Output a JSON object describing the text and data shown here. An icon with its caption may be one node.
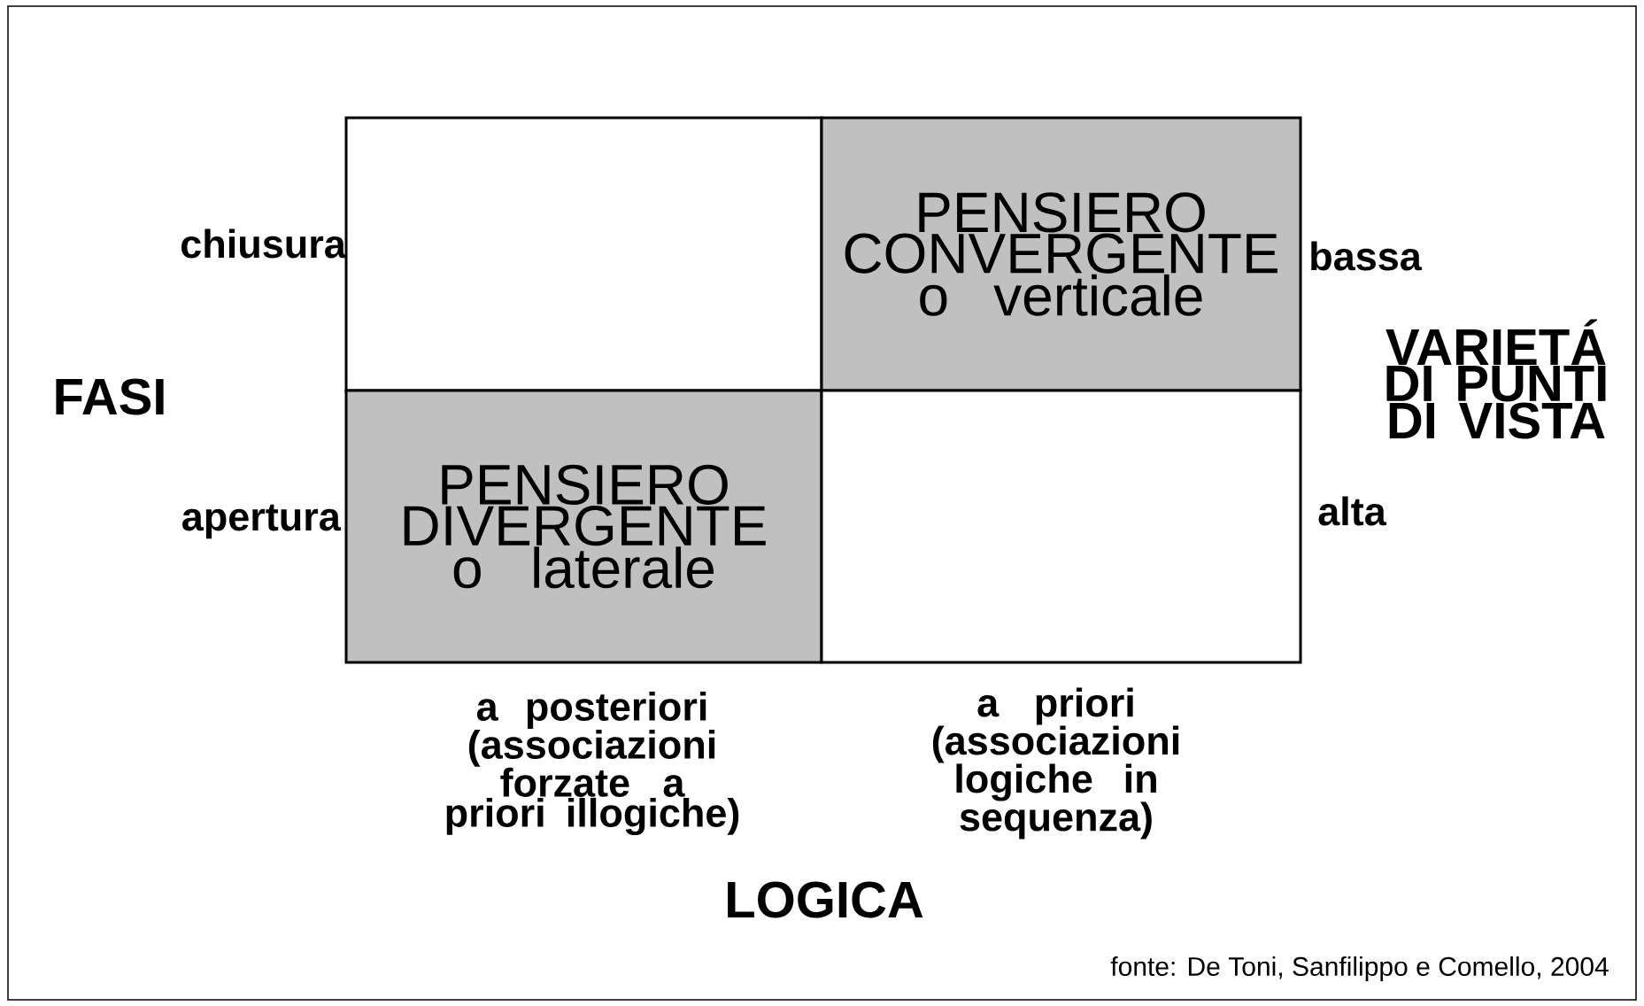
{
  "diagram": {
    "nodes": [
      {
        "text": [],
        "shape": "box"
      },
      {
        "text": [
          "PENSIERO CONVERGENTE o verticale"
        ]
      },
      {
        "text": [
          "PENSIERO DIVERGENTE o laterale"
        ]
      },
      {
        "text": [],
        "shape": "box"
      }
    ],
    "labels": [
      "chiusura",
      "bassa",
      "VARIETÁ DI PUNTI DI VISTA",
      "FASI",
      "apertura",
      "alta",
      "a posteriori (associazioni forzate a priori illogiche)",
      "a priori (associazioni logiche in sequenza)",
      "LOGICA",
      "fonte: De Toni, Sanfilippo e Comello, 2004"
    ]
  }
}
